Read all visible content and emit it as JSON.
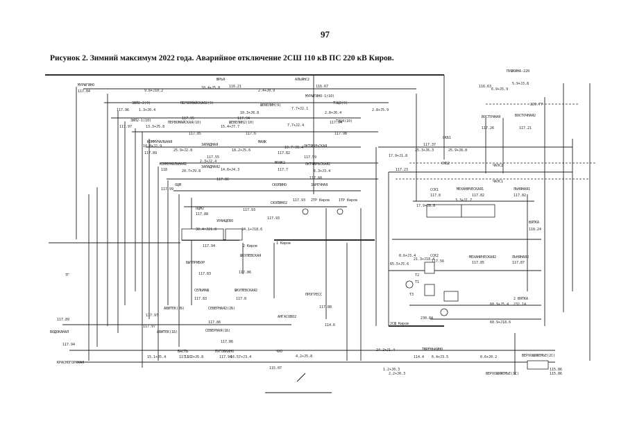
{
  "page_number": "97",
  "caption": "Рисунок 2. Зимний максимум 2022 года. Аварийное отключение 2СШ 110 кВ ПС 220 кВ Киров.",
  "scheme": {
    "stations": [
      {
        "name": "МУРЫГИНО",
        "voltage": "117.04"
      },
      {
        "name": "ЮРЬЯ",
        "voltage": "116.21"
      },
      {
        "name": "АЛЬЯНС2",
        "voltage": "116.67"
      },
      {
        "name": "МУРЫГИНО-1(10)",
        "voltage": "116.63"
      },
      {
        "name": "ПУШКИНА-220",
        "voltage": "229.77"
      },
      {
        "name": "ЗИЛ2-2(9)",
        "voltage": "117.96"
      },
      {
        "name": "ЗИЛ2-1(10)",
        "voltage": "117.97"
      },
      {
        "name": "ПЕРВОМАЙСКАЯ2(9)",
        "voltage": "117.95"
      },
      {
        "name": "ПЕРВОМАЙСКАЯ(10)",
        "voltage": "117.85"
      },
      {
        "name": "ШЕВЕЛИН(9)",
        "voltage": "117.94"
      },
      {
        "name": "ШЕВЕЛИН2(10)",
        "voltage": "117.6"
      },
      {
        "name": "ТЭЦ3(9)",
        "voltage": "117.94"
      },
      {
        "name": "ТЭЦ4(10)",
        "voltage": "117.98"
      },
      {
        "name": "КОММУНАЛЬНАЯ",
        "voltage": "117.89"
      },
      {
        "name": "ЗАПАДНАЯ",
        "voltage": "117.55"
      },
      {
        "name": "МАЯК",
        "voltage": "117.82"
      },
      {
        "name": "ОКТЯБРЬСКАЯ",
        "voltage": "117.59"
      },
      {
        "name": "КОММУНАЛЬНАЯ2",
        "voltage": "118"
      },
      {
        "name": "ЗАПАДНАЯ2",
        "voltage": "117.86"
      },
      {
        "name": "МАЯК2",
        "voltage": "117.7"
      },
      {
        "name": "ОКТЯБРЬСКАЯ2",
        "voltage": "117.68"
      },
      {
        "name": "ОЦМ",
        "voltage": "117.99"
      },
      {
        "name": "ОЦМ2",
        "voltage": "117.88"
      },
      {
        "name": "УРАНЦЕВО",
        "voltage": "117.94"
      },
      {
        "name": "ЗАРЕЧНАЯ",
        "voltage": "117.93"
      },
      {
        "name": "СКОПИНО",
        "voltage": "117.93"
      },
      {
        "name": "СКОПИНО2",
        "voltage": "117.93"
      },
      {
        "name": "СКБ1",
        "voltage": "117.37"
      },
      {
        "name": "СКБ2",
        "voltage": "117.23"
      },
      {
        "name": "ВОСТОЧНАЯ",
        "voltage": "117.26"
      },
      {
        "name": "ВОСТОЧНАЯ2",
        "voltage": "117.21"
      },
      {
        "name": "ССК1",
        "voltage": "117.8"
      },
      {
        "name": "ССК2",
        "voltage": "117.56"
      },
      {
        "name": "МЕХАНИЧЕСКАЯ1",
        "voltage": "117.82"
      },
      {
        "name": "МЕХАНИЧЕСКАЯ2",
        "voltage": "117.85"
      },
      {
        "name": "ЛЬНЯНАЯ1",
        "voltage": "117.82"
      },
      {
        "name": "ЛЬНЯНАЯ2",
        "voltage": "117.87"
      },
      {
        "name": "ВЯТКА",
        "voltage": "118.24"
      },
      {
        "name": "2 ВЯТКА",
        "voltage": "232.14"
      },
      {
        "name": "БЫТПРИБОР",
        "voltage": "117.83"
      },
      {
        "name": "ШКУЛЕВСКАЯ",
        "voltage": "117.86"
      },
      {
        "name": "СЕЛЬМАШ",
        "voltage": "117.83"
      },
      {
        "name": "ШКУЛЕВСКАЯ2",
        "voltage": "117.8"
      },
      {
        "name": "АВИТЕК(2Б)",
        "voltage": "117.97"
      },
      {
        "name": "АВИТЕК(1Б)",
        "voltage": "117.97"
      },
      {
        "name": "СЕВЕРНАЯ2(2Б)",
        "voltage": "117.86"
      },
      {
        "name": "СЕВЕРНАЯ(1Б)",
        "voltage": "117.86"
      },
      {
        "name": "ПРОГРЕСС",
        "voltage": "117.88"
      },
      {
        "name": "АНГАСОВО2",
        "voltage": "114.6"
      },
      {
        "name": "ВОДОКАНАЛ",
        "voltage": "117.89"
      },
      {
        "name": "КРАСНОГОРСКАЯ",
        "voltage": "117.94"
      },
      {
        "name": "БАСТЬ",
        "voltage": "117.97"
      },
      {
        "name": "ПУГОВКИНО",
        "voltage": "117.94"
      },
      {
        "name": "ЧХО",
        "voltage": "115.07"
      },
      {
        "name": "ТЮРЕНЬКИНО",
        "voltage": "114.4"
      },
      {
        "name": "ВЕРХОШИЖЕМЬЕ(2С)",
        "voltage": "115.86"
      },
      {
        "name": "ВЕРХОШИЖЕМЬЕ(1С)",
        "voltage": "115.86"
      },
      {
        "name": "2СШ Киров",
        "voltage": "230.84"
      }
    ],
    "flows": [
      "9.8+J10.2",
      "10.4+J5.8",
      "2.4+J0.9",
      "7.7+J2.1",
      "2.8+J5.9",
      "1.3+J0.4",
      "6.9+J5.9",
      "5.9+J3.8",
      "13.3+J5.8",
      "10.3+J8.8",
      "2.8+J6.4",
      "15.4+J7.7",
      "7.7+J2.4",
      "10.8+J2.9",
      "25.9+J2.8",
      "18.2+J5.6",
      "10.7+J8.4",
      "20.7+J9.8",
      "14.6+J4.3",
      "6.3+J3.4",
      "30.4+J21.8",
      "34.1+J18.6",
      "25.3+J6.3",
      "17.9+J8.8",
      "2.3+J2.4",
      "3.3+J1.7",
      "25.9+J8.8",
      "8.6+J3.4",
      "21.3+J18.4",
      "65.5+J5.6",
      "60.9+J5.4",
      "60.9+J18.6",
      "24.2+J1.4",
      "15.1+J5.4",
      "11.2+J5.8",
      "16.57+J3.4",
      "1.2+J0.3",
      "2.2+J0.3",
      "4.2+J5.8",
      "6.4+J3.5",
      "0.6+J0.2",
      "17.9+J1.8"
    ],
    "tags": [
      "2 Киров",
      "1 Киров",
      "ТГ",
      "Т3",
      "2ТР Киров",
      "1ТР Киров",
      "Т2",
      "Т1",
      "ЧАЭС2",
      "ЧАЭС1"
    ]
  }
}
